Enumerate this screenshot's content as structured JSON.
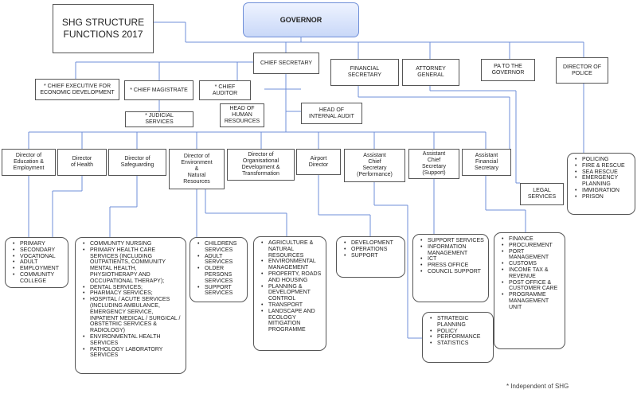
{
  "title": "SHG STRUCTURE\nFUNCTIONS 2017",
  "governor": "GOVERNOR",
  "tier1": {
    "chief_secretary": "CHIEF SECRETARY",
    "financial_secretary": "FINANCIAL\nSECRETARY",
    "attorney_general": "ATTORNEY\nGENERAL",
    "pa_governor": "PA TO THE\nGOVERNOR",
    "director_police": "DIRECTOR OF\nPOLICE"
  },
  "tier2": {
    "ceo_econ": "* CHIEF EXECUTIVE FOR\nECONOMIC DEVELOPMENT",
    "chief_magistrate": "* CHIEF MAGISTRATE",
    "chief_auditor": "* CHIEF\nAUDITOR",
    "judicial": "* JUDICIAL\nSERVICES",
    "head_hr": "HEAD OF\nHUMAN\nRESOURCES",
    "head_audit": "HEAD OF\nINTERNAL AUDIT"
  },
  "directors": {
    "education": "Director of\nEducation &\nEmployment",
    "health": "Director\nof Health",
    "safeguarding": "Director of\nSafeguarding",
    "environment": "Director of\nEnvironment\n&\nNatural\nResources",
    "org_dev": "Director of\nOrganisational\nDevelopment &\nTransformation",
    "airport": "Airport\nDirector",
    "acs_performance": "Assistant\nChief\nSecretary\n(Performance)",
    "acs_support": "Assistant\nChief\nSecretary\n(Support)",
    "afs": "Assistant\nFinancial\nSecretary",
    "legal": "LEGAL\nSERVICES"
  },
  "lists": {
    "education": [
      "PRIMARY",
      "SECONDARY",
      "VOCATIONAL",
      "ADULT",
      "EMPLOYMENT",
      "COMMUNITY COLLEGE"
    ],
    "health": [
      "COMMUNITY NURSING",
      "PRIMARY HEALTH CARE SERVICES (INCLUDING OUTPATIENTS, COMMUNITY MENTAL HEALTH, PHYSIOTHERAPY AND OCCUPATIONAL THERAPY);",
      "DENTAL SERVICES;",
      "PHARMACY SERVICES;",
      "HOSPITAL / ACUTE SERVICES (INCLUDING AMBULANCE, EMERGENCY SERVICE, INPATIENT MEDICAL / SURGICAL / OBSTETRIC SERVICES & RADIOLOGY)",
      "ENVIRONMENTAL HEALTH SERVICES",
      "PATHOLOGY LABORATORY SERVICES"
    ],
    "safeguarding": [
      "CHILDRENS SERVICES",
      "ADULT SERVICES",
      "OLDER PERSONS SERVICES",
      "SUPPORT SERVICES"
    ],
    "environment": [
      "AGRICULTURE & NATURAL RESOURCES",
      "ENVIRONMENTAL MANAGEMENT",
      "PROPERTY, ROADS AND HOUSING",
      "PLANNING & DEVELOPMENT CONTROL",
      "TRANSPORT",
      "LANDSCAPE AND ECOLOGY MITIGATION PROGRAMME"
    ],
    "airport": [
      "DEVELOPMENT",
      "OPERATIONS",
      "SUPPORT"
    ],
    "acs_support": [
      "SUPPORT SERVICES",
      "INFORMATION MANAGEMENT",
      "ICT",
      "PRESS OFFICE",
      "COUNCIL SUPPORT"
    ],
    "acs_performance": [
      "STRATEGIC PLANNING",
      "POLICY",
      "PERFORMANCE",
      "STATISTICS"
    ],
    "afs": [
      "FINANCE",
      "PROCUREMENT",
      "PORT MANAGEMENT",
      "CUSTOMS",
      "INCOME TAX & REVENUE",
      "POST OFFICE & CUSTOMER CARE",
      "PROGRAMME MANAGEMENT UNIT"
    ],
    "police": [
      "POLICING",
      "FIRE & RESCUE",
      "SEA RESCUE",
      "EMERGENCY PLANNING",
      "IMMIGRATION",
      "PRISON"
    ]
  },
  "footnote": "* Independent of SHG",
  "colors": {
    "connector": "#6f8fd8",
    "governor_fill": "#c9d8f8",
    "border": "#555555"
  }
}
